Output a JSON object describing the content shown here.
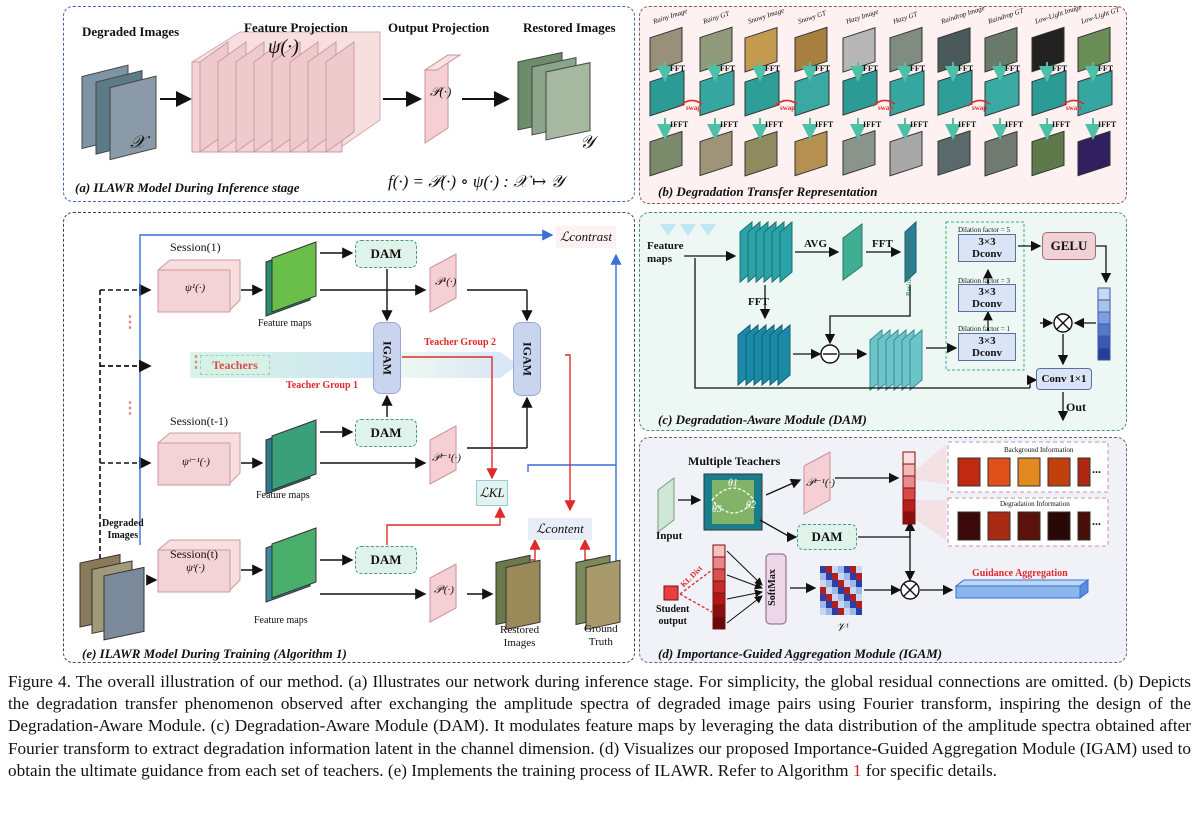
{
  "panels": {
    "a": {
      "title": "(a) ILAWR Model During Inference stage",
      "degraded_images": "Degraded Images",
      "feature_projection": "Feature Projection",
      "psi": "ψ(·)",
      "output_projection": "Output Projection",
      "p": "𝒫(·)",
      "restored_images": "Restored Images",
      "x": "𝒳",
      "y": "𝒴",
      "formula": "f(·) = 𝒫(·) ∘ ψ(·) : 𝒳 ↦ 𝒴"
    },
    "b": {
      "title": "(b) Degradation Transfer Representation",
      "fft": "FFT",
      "ifft": "IFFT",
      "swap": "swap",
      "top_labels": [
        "Rainy Image",
        "Rainy GT",
        "Snowy Image",
        "Snowy GT",
        "Hazy Image",
        "Hazy GT",
        "Raindrop Image",
        "Raindrop GT",
        "Low-Light Image",
        "Low-Light GT"
      ]
    },
    "c": {
      "title": "(c) Degradation-Aware Module (DAM)",
      "feature_maps": "Feature\nmaps",
      "avg": "AVG",
      "fft_top": "FFT",
      "fft_left": "FFT",
      "dilation_5": "Dilation factor = 5",
      "dilation_3": "Dilation factor = 3",
      "dilation_1": "Dilation factor = 1",
      "conv": "3×3\nDconv",
      "side_label": "Residual Dense Block",
      "gelu": "GELU",
      "conv1x1": "Conv 1×1",
      "out": "Out"
    },
    "d": {
      "title": "(d) Importance-Guided Aggregation Module (IGAM)",
      "multiple_teachers": "Multiple Teachers",
      "input": "Input",
      "theta1": "θ1",
      "theta2": "θ2",
      "theta3": "θ3",
      "p_prev": "𝒫ᵗ⁻¹(·)",
      "dam": "DAM",
      "background_information": "Background Information",
      "degradation_information": "Degradation Information",
      "ellipsis": "...",
      "kl_dist": "KL Dist",
      "student_output": "Student\noutput",
      "softmax": "SoftMax",
      "v": "𝒱ᵗ",
      "guidance": "Guidance Aggregation"
    },
    "e": {
      "title": "(e) ILAWR Model During Training (Algorithm 1)",
      "session1": "Session(1)",
      "sessiont1": "Session(t-1)",
      "sessiont": "Session(t)",
      "psi1": "ψ¹(·)",
      "psit1": "ψᵗ⁻¹(·)",
      "psit": "ψᵗ(·)",
      "feature_maps": "Feature maps",
      "dam": "DAM",
      "p1": "𝒫¹(·)",
      "pt1": "𝒫ᵗ⁻¹(·)",
      "pt": "𝒫ᵗ(·)",
      "igam": "IGAM",
      "teachers": "Teachers",
      "teacher_group_1": "Teacher Group 1",
      "teacher_group_2": "Teacher Group 2",
      "l_contrast": "ℒcontrast",
      "l_kl": "ℒKL",
      "l_content": "ℒcontent",
      "degraded_images": "Degraded\nImages",
      "restored_images": "Restored\nImages",
      "ground_truth": "Ground\nTruth",
      "dots": "⋮"
    }
  },
  "caption": {
    "part1": "Figure 4.  The overall illustration of our method.  (a) Illustrates our network during inference stage.  For simplicity, the global residual connections are omitted. (b) Depicts the degradation transfer phenomenon observed after exchanging the amplitude spectra of degraded image pairs using Fourier transform, inspiring the design of the Degradation-Aware Module. (c) Degradation-Aware Module (DAM). It modulates feature maps by leveraging the data distribution of the amplitude spectra obtained after Fourier transform to extract degradation information latent in the channel dimension. (d) Visualizes our proposed Importance-Guided Aggregation Module (IGAM) used to obtain the ultimate guidance from each set of teachers. (e) Implements the training process of ILAWR. Refer to Algorithm ",
    "ref": "1",
    "part2": " for specific details."
  },
  "colors": {
    "teal": "#2e9c9c",
    "pink": "#f6d2d4",
    "igam": "#c9d4ee",
    "arrow_red": "#e02a2a",
    "arrow_blue": "#3a6fd8",
    "panel_b_bg": "#fdf1f1",
    "panel_c_bg": "#edf8f5",
    "panel_d_bg": "#f1f1f8"
  }
}
